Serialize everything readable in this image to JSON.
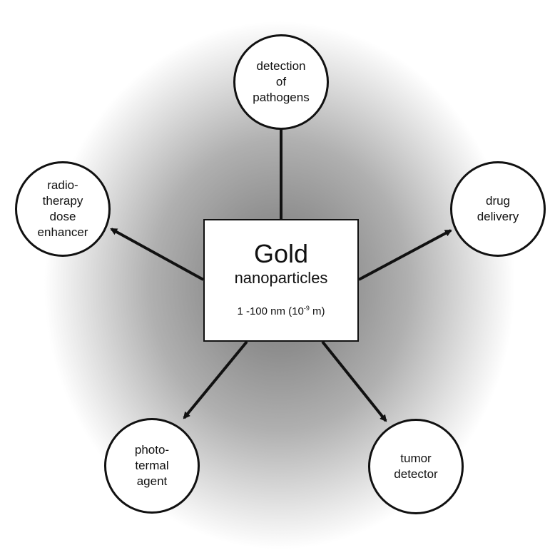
{
  "center": {
    "title": "Gold",
    "subtitle": "nanoparticles",
    "size_prefix": "1 -100 nm (10",
    "size_exponent": "-9",
    "size_suffix": " m)"
  },
  "nodes": {
    "top": "detection\nof\npathogens",
    "left": "radio-\ntherapy\ndose\nenhancer",
    "right": "drug\ndelivery",
    "bottom_left": "photo-\ntermal\nagent",
    "bottom_right": "tumor\ndetector"
  },
  "colors": {
    "line": "#111111",
    "glow": "#7a7a7a",
    "background": "#ffffff"
  }
}
